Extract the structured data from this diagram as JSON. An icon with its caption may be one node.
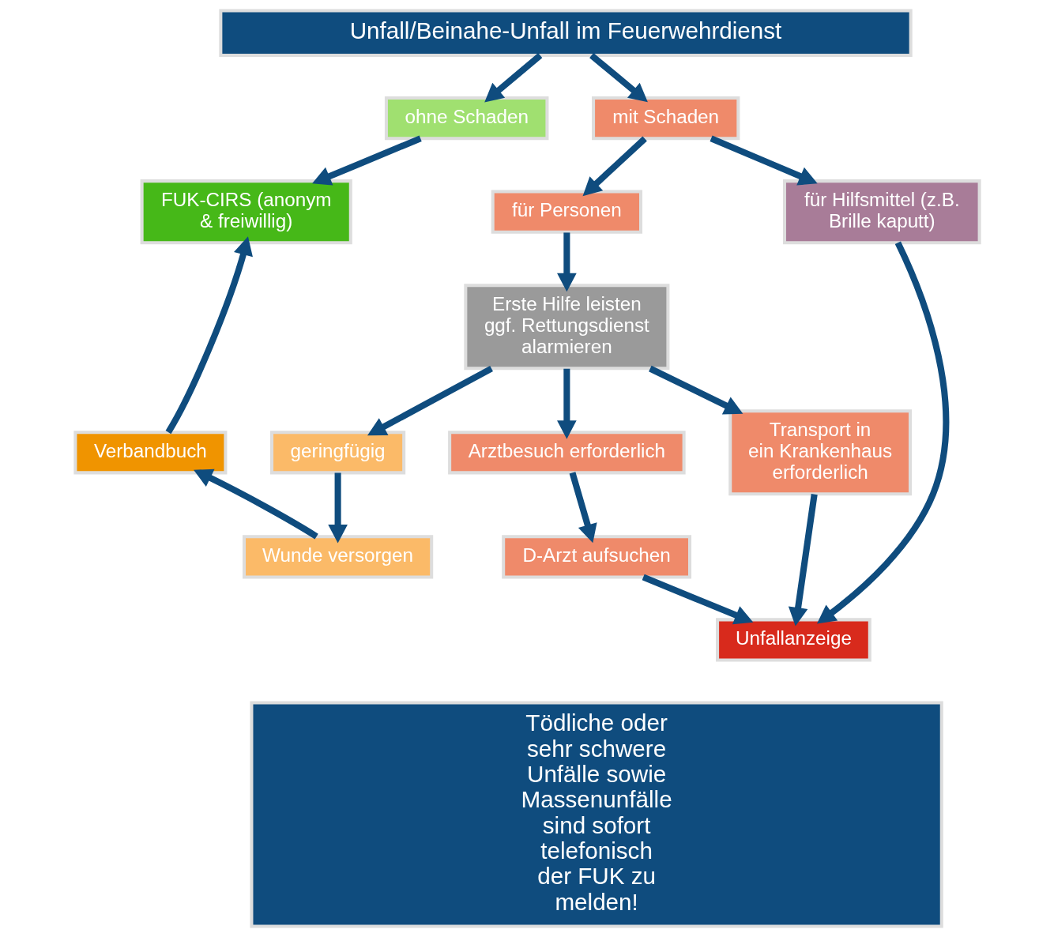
{
  "diagram": {
    "nodes": [
      {
        "text": [
          "Unfall/Beinahe-Unfall im Feuerwehrdienst"
        ]
      },
      {
        "text": [
          "ohne Schaden"
        ]
      },
      {
        "text": [
          "mit Schaden"
        ]
      },
      {
        "text": [
          "für Personen"
        ]
      },
      {
        "text": [
          "FUK-CIRS (anonym & freiwillig)"
        ]
      },
      {
        "text": [
          "für Hilfsmittel (z.B. Brille kaputt)"
        ]
      },
      {
        "text": [
          "Erste Hilfe leisten ggf. Rettungsdienst alarmieren"
        ]
      },
      {
        "text": [
          "Verbandbuch"
        ]
      },
      {
        "text": [
          "geringfügig"
        ]
      },
      {
        "text": [
          "Arztbesuch erforderlich"
        ]
      },
      {
        "text": [
          "Transport in ein Krankenhaus erforderlich"
        ]
      },
      {
        "text": [
          "Wunde versorgen"
        ]
      },
      {
        "text": [
          "D-Arzt aufsuchen"
        ]
      },
      {
        "text": [
          "Unfallanzeige"
        ]
      },
      {
        "text": [
          "Tödliche oder sehr schwere Unfälle sowie Massenunfälle sind sofort telefonisch der FUK zu melden!"
        ]
      }
    ],
    "edges": [
      {
        "from": 0,
        "to": 1,
        "arrow": "to"
      },
      {
        "from": 0,
        "to": 2,
        "arrow": "to"
      },
      {
        "from": 1,
        "to": 4,
        "arrow": "to"
      },
      {
        "from": 2,
        "to": 3,
        "arrow": "to"
      },
      {
        "from": 2,
        "to": 5,
        "arrow": "to"
      },
      {
        "from": 3,
        "to": 6,
        "arrow": "to"
      },
      {
        "from": 6,
        "to": 8,
        "arrow": "to"
      },
      {
        "from": 6,
        "to": 9,
        "arrow": "to"
      },
      {
        "from": 6,
        "to": 10,
        "arrow": "to"
      },
      {
        "from": 8,
        "to": 11,
        "arrow": "to"
      },
      {
        "from": 11,
        "to": 7,
        "arrow": "to"
      },
      {
        "from": 7,
        "to": 4,
        "arrow": "to"
      },
      {
        "from": 9,
        "to": 12,
        "arrow": "to"
      },
      {
        "from": 10,
        "to": 13,
        "arrow": "to"
      },
      {
        "from": 5,
        "to": 13,
        "arrow": "to"
      },
      {
        "from": 12,
        "to": 13,
        "arrow": "to"
      }
    ]
  }
}
